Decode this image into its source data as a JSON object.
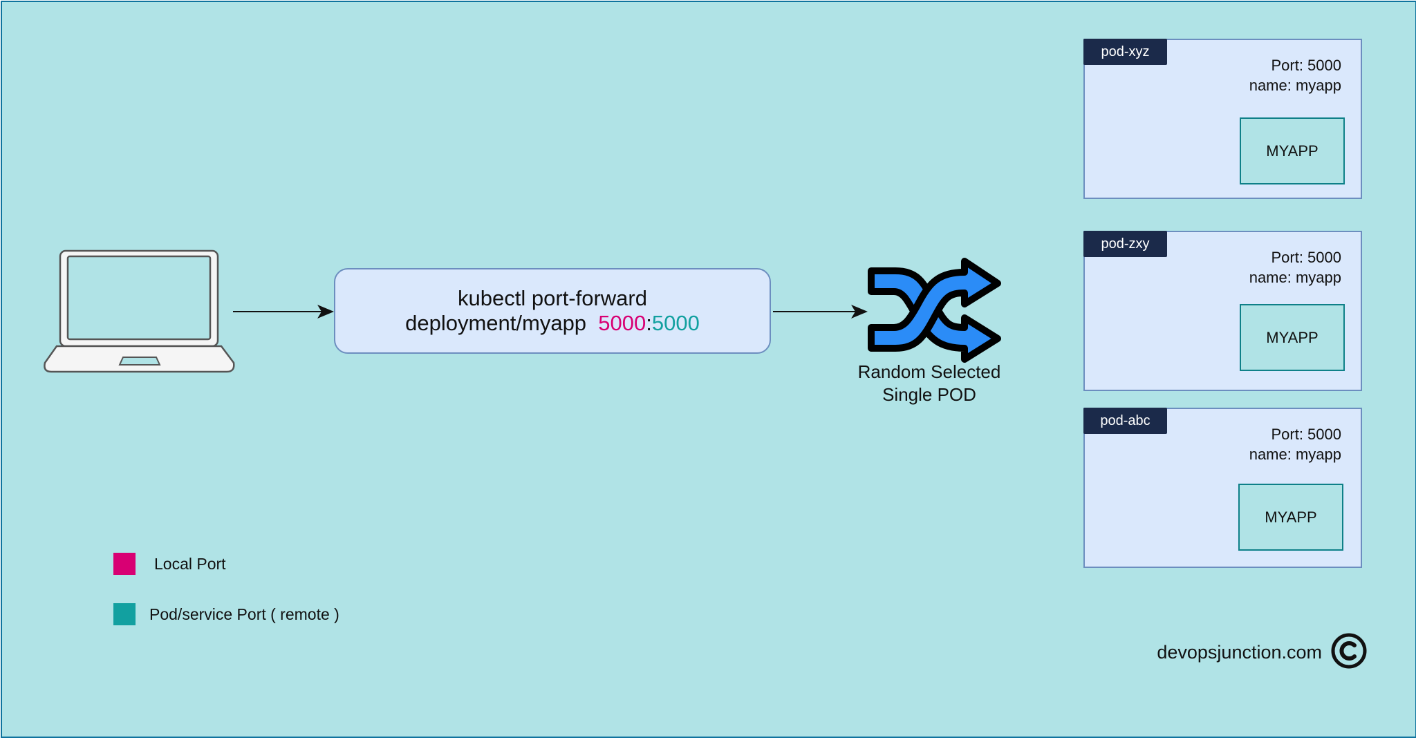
{
  "command": {
    "line1": "kubectl port-forward",
    "line2": "deployment/myapp",
    "local_port": "5000",
    "separator": ":",
    "remote_port": "5000"
  },
  "selector": {
    "line1": "Random Selected",
    "line2": "Single POD"
  },
  "pods": [
    {
      "name": "pod-xyz",
      "port": "Port: 5000",
      "label": "name: myapp",
      "app": "MYAPP"
    },
    {
      "name": "pod-zxy",
      "port": "Port: 5000",
      "label": "name: myapp",
      "app": "MYAPP"
    },
    {
      "name": "pod-abc",
      "port": "Port: 5000",
      "label": "name: myapp",
      "app": "MYAPP"
    }
  ],
  "legend": [
    {
      "label": "Local Port",
      "color": "#d80073"
    },
    {
      "label": "Pod/service Port ( remote )",
      "color": "#12a0a0"
    }
  ],
  "credit": "devopsjunction.com",
  "colors": {
    "background": "#b0e3e6",
    "box_fill": "#dae8fc",
    "box_border": "#6c8ebf",
    "pod_tab": "#1b2a4a",
    "shuffle_icon": "#2b8cf7"
  }
}
